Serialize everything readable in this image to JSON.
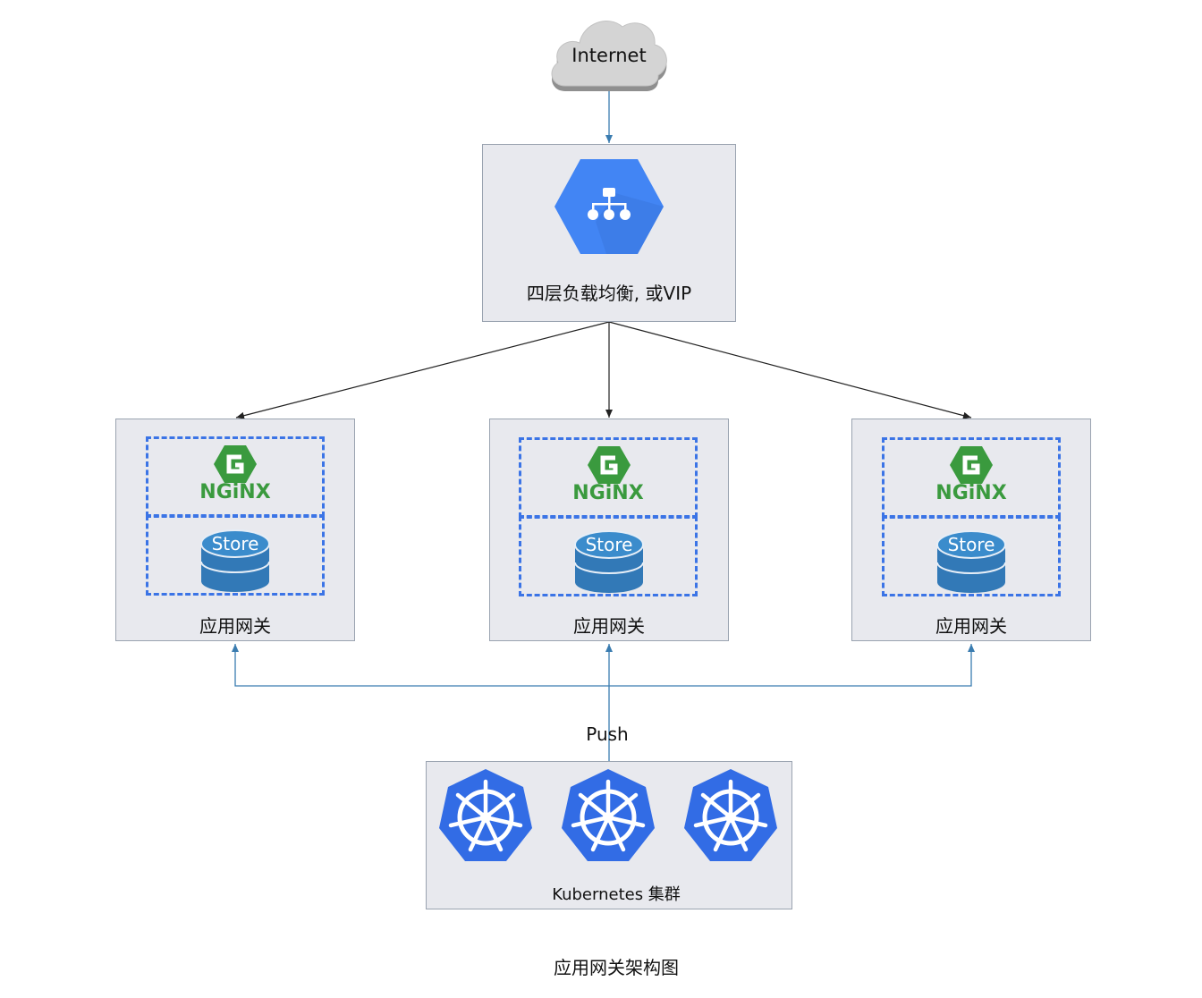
{
  "internet": {
    "label": "Internet"
  },
  "load_balancer": {
    "label": "四层负载均衡, 或VIP"
  },
  "gateways": [
    {
      "nginx_text": "NGiNX",
      "store_label": "Store",
      "label": "应用网关"
    },
    {
      "nginx_text": "NGiNX",
      "store_label": "Store",
      "label": "应用网关"
    },
    {
      "nginx_text": "NGiNX",
      "store_label": "Store",
      "label": "应用网关"
    }
  ],
  "push": {
    "label": "Push"
  },
  "cluster": {
    "label": "Kubernetes 集群",
    "node_icon": "kubernetes-icon",
    "node_count": 3
  },
  "caption": "应用网关架构图",
  "colors": {
    "box_fill": "#e8e9ee",
    "box_border": "#9aa3b0",
    "dash": "#3b74e6",
    "nginx_green": "#3a9a3e",
    "store_blue": "#3279b7",
    "k8s_blue": "#326ce5",
    "lb_blue": "#4285f4",
    "push_line": "#3a7cb0"
  }
}
